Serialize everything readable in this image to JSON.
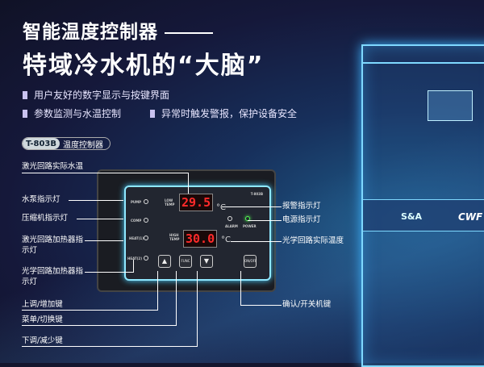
{
  "header": {
    "title1": "智能温度控制器",
    "title2": "特域冷水机的“大脑”"
  },
  "features": [
    "用户友好的数字显示与按键界面",
    "参数监测与水温控制",
    "异常时触发警报，保护设备安全"
  ],
  "badge": {
    "model": "T-803B",
    "name": "温度控制器"
  },
  "panel": {
    "model": "T-803B",
    "low_label": "LOW TEMP",
    "high_label": "HIGH TEMP",
    "low_value": "29.5",
    "high_value": "30.0",
    "unit": "°C",
    "pump": "PUMP",
    "comp": "COMP",
    "heat1": "HEAT(1)",
    "heat2": "HEAT(2)",
    "alarm": "ALARM",
    "power": "POWER",
    "func": "FUNC",
    "onoff": "ON/OFF",
    "up": "▲",
    "down": "▼"
  },
  "callouts_left": [
    "激光回路实际水温",
    "水泵指示灯",
    "压缩机指示灯",
    "激光回路加热器指示灯",
    "光学回路加热器指示灯",
    "上调/增加键",
    "菜单/切换键",
    "下调/减少键"
  ],
  "callouts_right": [
    "报警指示灯",
    "电源指示灯",
    "光学回路实际温度",
    "确认/开关机键"
  ],
  "machine": {
    "brand": "S&A",
    "model": "CWF"
  },
  "colors": {
    "accent": "#8fe8ff",
    "display": "#ff2a2a"
  }
}
